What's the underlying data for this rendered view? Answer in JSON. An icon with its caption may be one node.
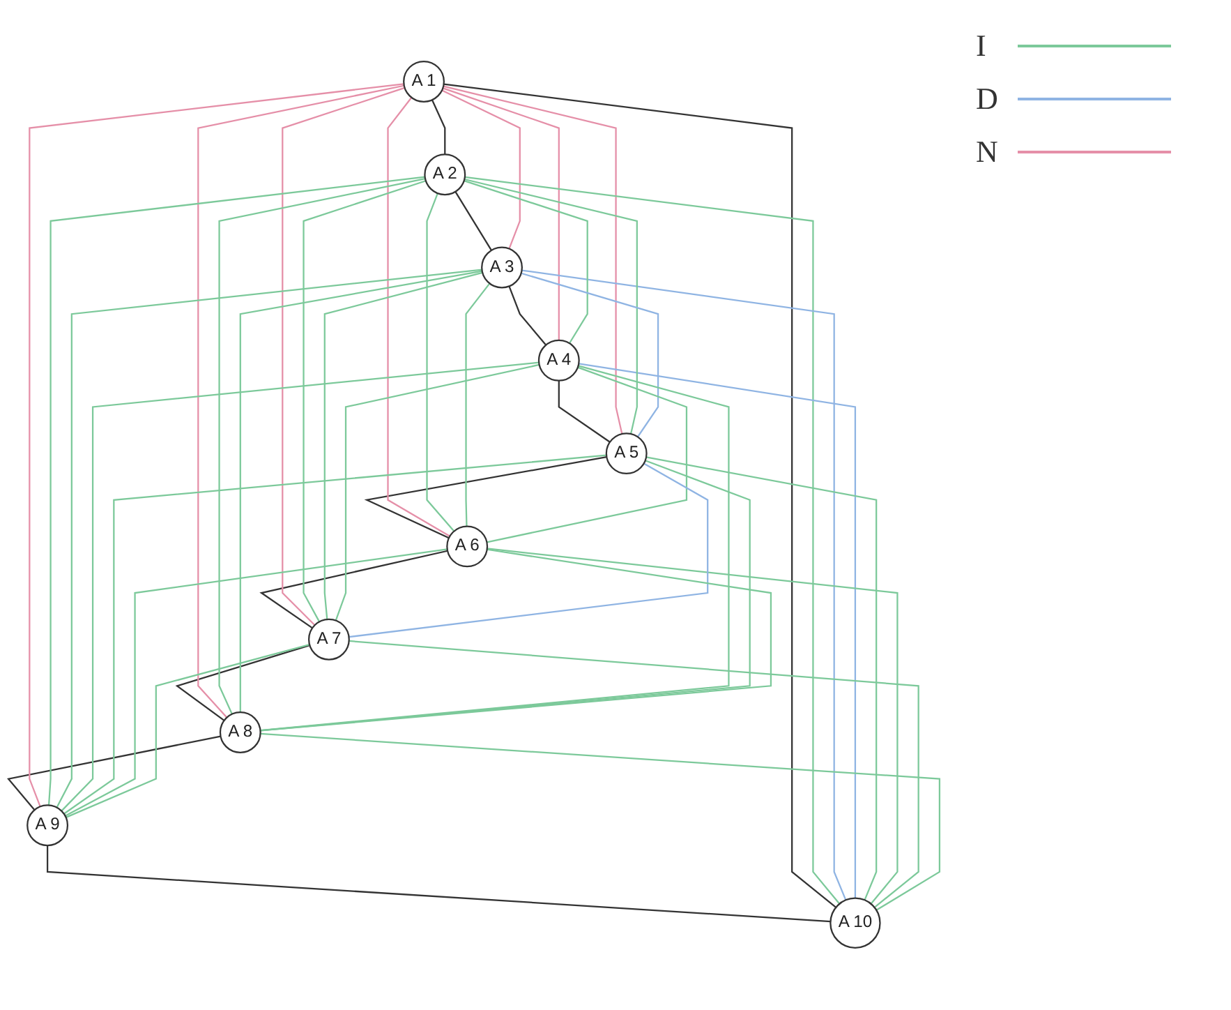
{
  "diagram": {
    "nodes": [
      {
        "text": [
          "A 1"
        ]
      },
      {
        "text": [
          "A 2"
        ]
      },
      {
        "text": [
          "A 3"
        ]
      },
      {
        "text": [
          "A 4"
        ]
      },
      {
        "text": [
          "A 5"
        ]
      },
      {
        "text": [
          "A 6"
        ]
      },
      {
        "text": [
          "A 7"
        ]
      },
      {
        "text": [
          "A 8"
        ]
      },
      {
        "text": [
          "A 9"
        ]
      },
      {
        "text": [
          "A 10"
        ]
      }
    ],
    "edges": [
      {
        "from": 0,
        "to": 1,
        "arrow": "none",
        "color": "#333333"
      },
      {
        "from": 1,
        "to": 2,
        "arrow": "none",
        "color": "#333333"
      },
      {
        "from": 2,
        "to": 3,
        "arrow": "none",
        "color": "#333333"
      },
      {
        "from": 3,
        "to": 4,
        "arrow": "none",
        "color": "#333333"
      },
      {
        "from": 4,
        "to": 5,
        "arrow": "none",
        "color": "#333333"
      },
      {
        "from": 5,
        "to": 6,
        "arrow": "none",
        "color": "#333333"
      },
      {
        "from": 6,
        "to": 7,
        "arrow": "none",
        "color": "#333333"
      },
      {
        "from": 7,
        "to": 8,
        "arrow": "none",
        "color": "#333333"
      },
      {
        "from": 8,
        "to": 9,
        "arrow": "none",
        "color": "#333333"
      },
      {
        "from": 9,
        "to": 0,
        "arrow": "none",
        "color": "#333333"
      },
      {
        "from": 0,
        "to": 2,
        "arrow": "none",
        "color": "#e58fa8"
      },
      {
        "from": 0,
        "to": 3,
        "arrow": "none",
        "color": "#e58fa8"
      },
      {
        "from": 0,
        "to": 4,
        "arrow": "none",
        "color": "#e58fa8"
      },
      {
        "from": 0,
        "to": 5,
        "arrow": "none",
        "color": "#e58fa8"
      },
      {
        "from": 0,
        "to": 6,
        "arrow": "none",
        "color": "#e58fa8"
      },
      {
        "from": 0,
        "to": 7,
        "arrow": "none",
        "color": "#e58fa8"
      },
      {
        "from": 0,
        "to": 8,
        "arrow": "none",
        "color": "#e58fa8"
      },
      {
        "from": 9,
        "to": 1,
        "arrow": "none"
      },
      {
        "from": 9,
        "to": 2,
        "arrow": "none",
        "color": "#8fb4e3"
      },
      {
        "from": 9,
        "to": 3,
        "arrow": "none",
        "color": "#8fb4e3"
      },
      {
        "from": 9,
        "to": 4,
        "arrow": "none"
      },
      {
        "from": 9,
        "to": 5,
        "arrow": "none"
      },
      {
        "from": 9,
        "to": 6,
        "arrow": "none"
      },
      {
        "from": 9,
        "to": 7,
        "arrow": "none"
      },
      {
        "from": 1,
        "to": 3,
        "arrow": "none"
      },
      {
        "from": 1,
        "to": 4,
        "arrow": "none"
      },
      {
        "from": 1,
        "to": 5,
        "arrow": "none"
      },
      {
        "from": 1,
        "to": 6,
        "arrow": "none"
      },
      {
        "from": 1,
        "to": 7,
        "arrow": "none"
      },
      {
        "from": 1,
        "to": 8,
        "arrow": "none"
      },
      {
        "from": 2,
        "to": 4,
        "arrow": "none",
        "color": "#8fb4e3"
      },
      {
        "from": 2,
        "to": 5,
        "arrow": "none"
      },
      {
        "from": 2,
        "to": 6,
        "arrow": "none"
      },
      {
        "from": 2,
        "to": 7,
        "arrow": "none"
      },
      {
        "from": 2,
        "to": 8,
        "arrow": "none"
      },
      {
        "from": 3,
        "to": 5,
        "arrow": "none"
      },
      {
        "from": 3,
        "to": 6,
        "arrow": "none"
      },
      {
        "from": 3,
        "to": 7,
        "arrow": "none"
      },
      {
        "from": 3,
        "to": 8,
        "arrow": "none"
      },
      {
        "from": 4,
        "to": 6,
        "arrow": "none",
        "color": "#8fb4e3"
      },
      {
        "from": 4,
        "to": 7,
        "arrow": "none"
      },
      {
        "from": 4,
        "to": 8,
        "arrow": "none"
      },
      {
        "from": 5,
        "to": 7,
        "arrow": "none"
      },
      {
        "from": 5,
        "to": 8,
        "arrow": "none"
      },
      {
        "from": 6,
        "to": 8,
        "arrow": "none"
      }
    ],
    "legend": [
      {
        "text": "I"
      },
      {
        "text": "D"
      },
      {
        "text": "N"
      }
    ]
  }
}
